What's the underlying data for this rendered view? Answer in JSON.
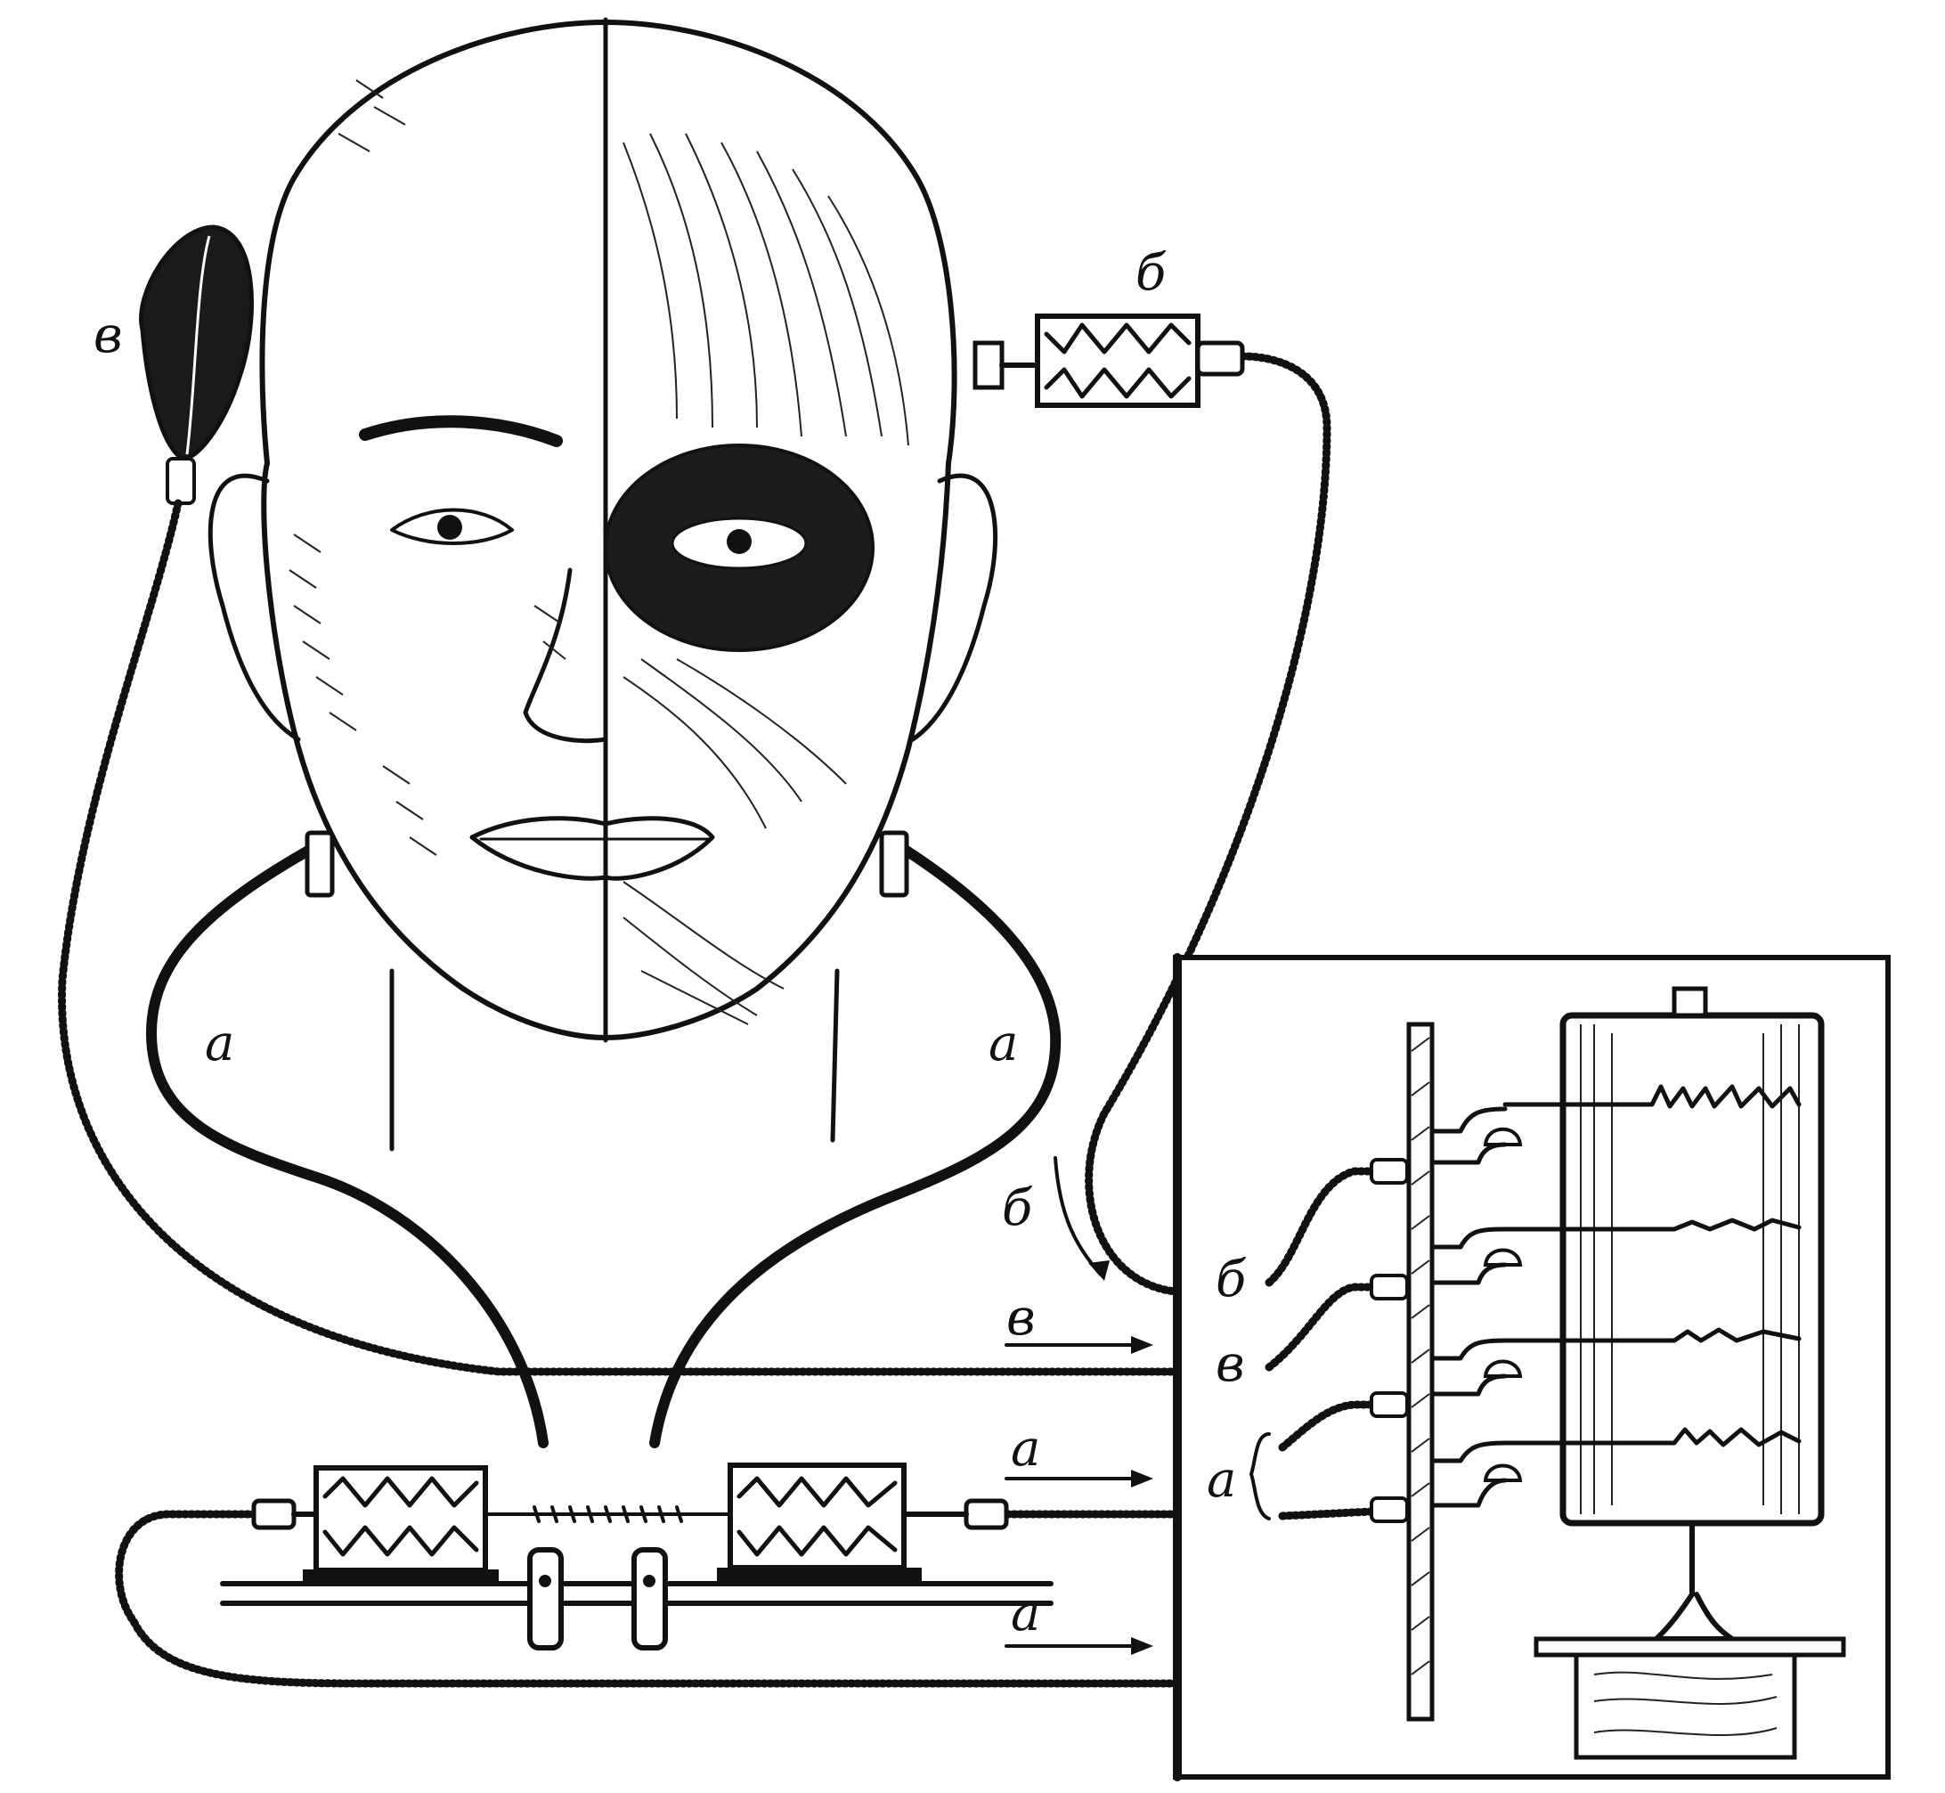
{
  "labels": {
    "head_v": "в",
    "head_b": "б",
    "neck_left_a": "а",
    "neck_right_a": "а",
    "arrow_b": "б",
    "arrow_v": "в",
    "arrow_a_upper": "а",
    "arrow_a_lower": "а",
    "kymo_b": "б",
    "kymo_v": "в",
    "kymo_a": "а"
  },
  "colors": {
    "ink": "#111111",
    "paper": "#ffffff"
  }
}
